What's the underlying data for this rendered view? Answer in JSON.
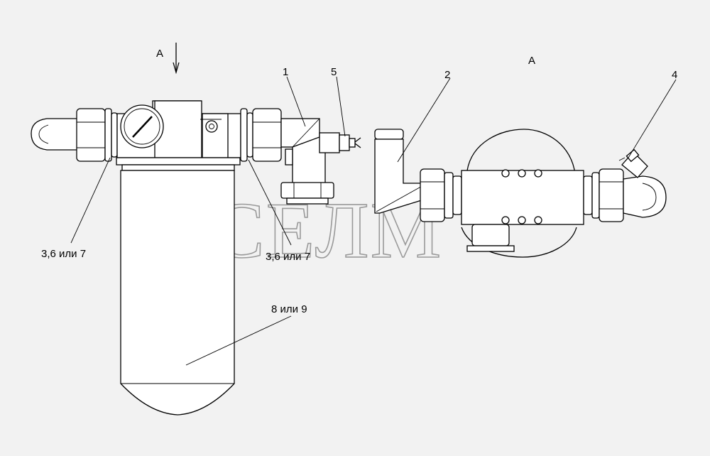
{
  "watermark": "СЕЛМ",
  "labels": {
    "view_a_arrow": "А",
    "view_a_title": "А",
    "item_1": "1",
    "item_2": "2",
    "item_4": "4",
    "item_5": "5",
    "item_36_left": "3,6 или 7",
    "item_36_right": "3,6 или 7",
    "item_89": "8 или 9"
  }
}
